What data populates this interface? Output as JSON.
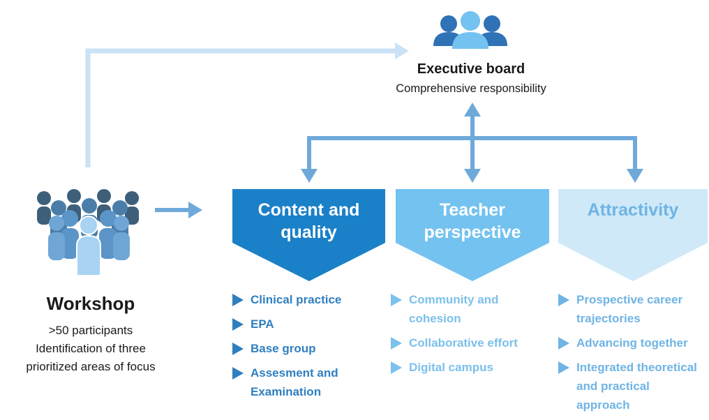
{
  "executive": {
    "title": "Executive board",
    "subtitle": "Comprehensive responsibility",
    "icon": "people-group-icon"
  },
  "workshop": {
    "title": "Workshop",
    "line1": ">50 participants",
    "line2": "Identification of three",
    "line3": "prioritized areas of focus",
    "icon": "crowd-icon"
  },
  "colors": {
    "dark": "#1a80c8",
    "mid": "#73c2f0",
    "light": "#cfe9f8",
    "arrow": "#6ea9da",
    "arrow_light": "#c9e2f5",
    "text_dark": "#2f7fc0",
    "text_mid": "#7cc0ec",
    "text_light": "#6fb4e4"
  },
  "pillars": [
    {
      "label_line1": "Content and",
      "label_line2": "quality",
      "items": [
        "Clinical practice",
        "EPA",
        "Base group",
        "Assesment and Examination"
      ]
    },
    {
      "label_line1": "Teacher",
      "label_line2": "perspective",
      "items": [
        "Community and cohesion",
        "Collaborative effort",
        "Digital campus"
      ]
    },
    {
      "label_line1": "Attractivity",
      "label_line2": "",
      "items": [
        "Prospective career trajectories",
        "Advancing together",
        "Integrated theoretical and practical approach"
      ]
    }
  ]
}
